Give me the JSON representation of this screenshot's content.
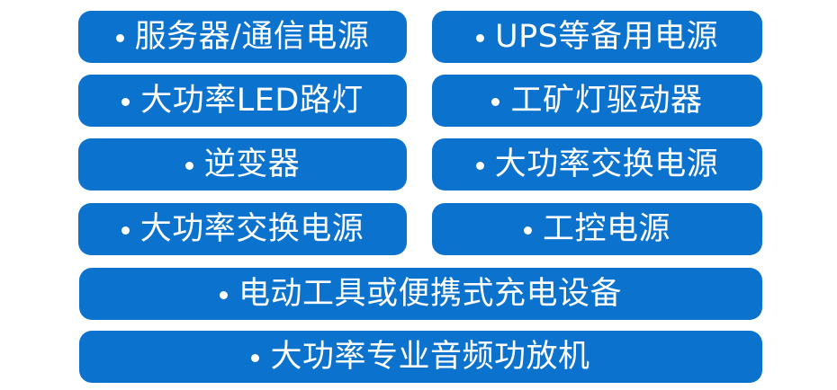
{
  "page": {
    "background_color": "#ffffff",
    "accent_color": "#0b72ce",
    "text_color": "#ffffff",
    "bullet_glyph": "bullet-dot"
  },
  "rows": [
    {
      "layout": "two-column",
      "left": {
        "bullet": "•",
        "label": "服务器/通信电源"
      },
      "right": {
        "bullet": "•",
        "label": "UPS等备用电源"
      }
    },
    {
      "layout": "two-column",
      "left": {
        "bullet": "•",
        "label": "大功率LED路灯"
      },
      "right": {
        "bullet": "•",
        "label": "工矿灯驱动器"
      }
    },
    {
      "layout": "two-column",
      "left": {
        "bullet": "•",
        "label": "逆变器"
      },
      "right": {
        "bullet": "•",
        "label": "大功率交换电源"
      }
    },
    {
      "layout": "two-column",
      "left": {
        "bullet": "•",
        "label": "大功率交换电源"
      },
      "right": {
        "bullet": "•",
        "label": "工控电源"
      }
    },
    {
      "layout": "full-width",
      "full": {
        "bullet": "•",
        "label": "电动工具或便携式充电设备"
      }
    },
    {
      "layout": "full-width",
      "full": {
        "bullet": "•",
        "label": "大功率专业音频功放机"
      }
    }
  ],
  "items_flat": [
    "服务器/通信电源",
    "UPS等备用电源",
    "大功率LED路灯",
    "工矿灯驱动器",
    "逆变器",
    "大功率交换电源",
    "大功率交换电源",
    "工控电源",
    "电动工具或便携式充电设备",
    "大功率专业音频功放机"
  ]
}
